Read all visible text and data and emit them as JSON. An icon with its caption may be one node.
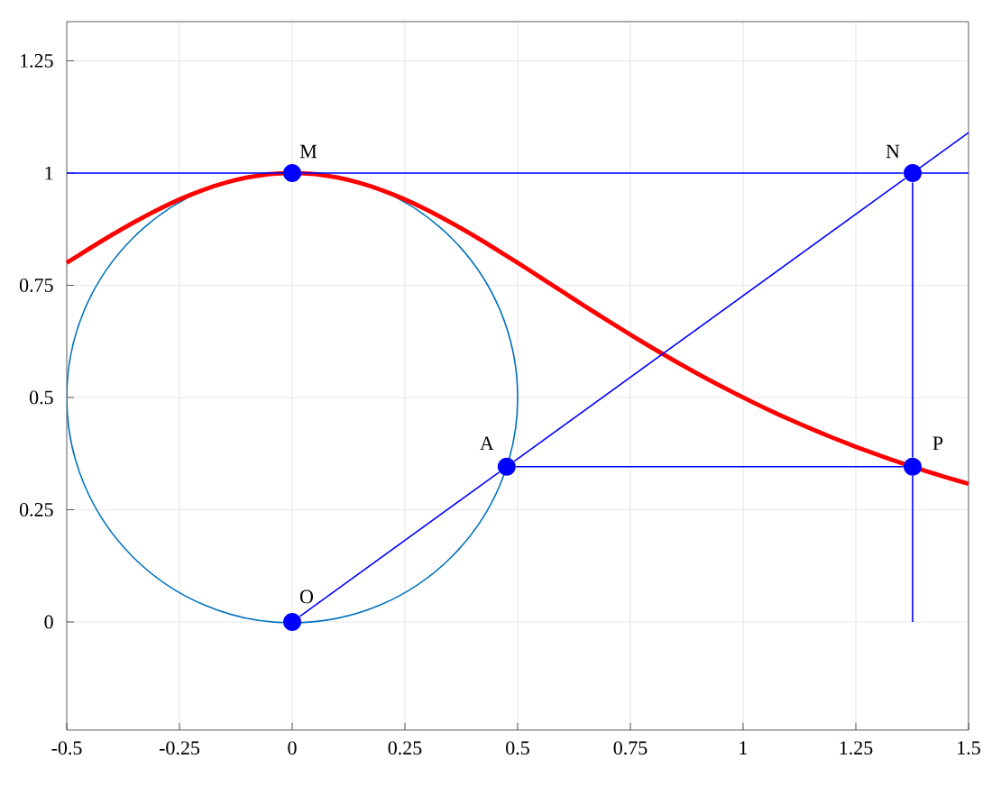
{
  "diagram": {
    "nodes": [
      {
        "text": [],
        "shape": "circle",
        "beside": [
          "M"
        ]
      },
      {
        "text": [],
        "shape": "circle",
        "beside": [
          "N"
        ]
      },
      {
        "text": [],
        "shape": "circle",
        "beside": [
          "A"
        ]
      },
      {
        "text": [],
        "shape": "circle",
        "beside": [
          "P"
        ]
      },
      {
        "text": [],
        "shape": "circle",
        "beside": [
          "O"
        ]
      }
    ],
    "edges": [
      {
        "from": 0,
        "to": 1,
        "arrow": "none"
      },
      {
        "from": 4,
        "to": 2,
        "arrow": "none"
      },
      {
        "from": 2,
        "to": 1,
        "arrow": "none"
      },
      {
        "from": 2,
        "to": 3,
        "arrow": "none"
      },
      {
        "from": 1,
        "to": 3,
        "arrow": "none"
      }
    ],
    "labels": [
      "1.25",
      "1",
      "0.75",
      "0.5",
      "0.25",
      "0",
      "-0.5",
      "-0.25",
      "0",
      "0.25",
      "0.5",
      "0.75",
      "1",
      "1.25",
      "1.5"
    ]
  }
}
